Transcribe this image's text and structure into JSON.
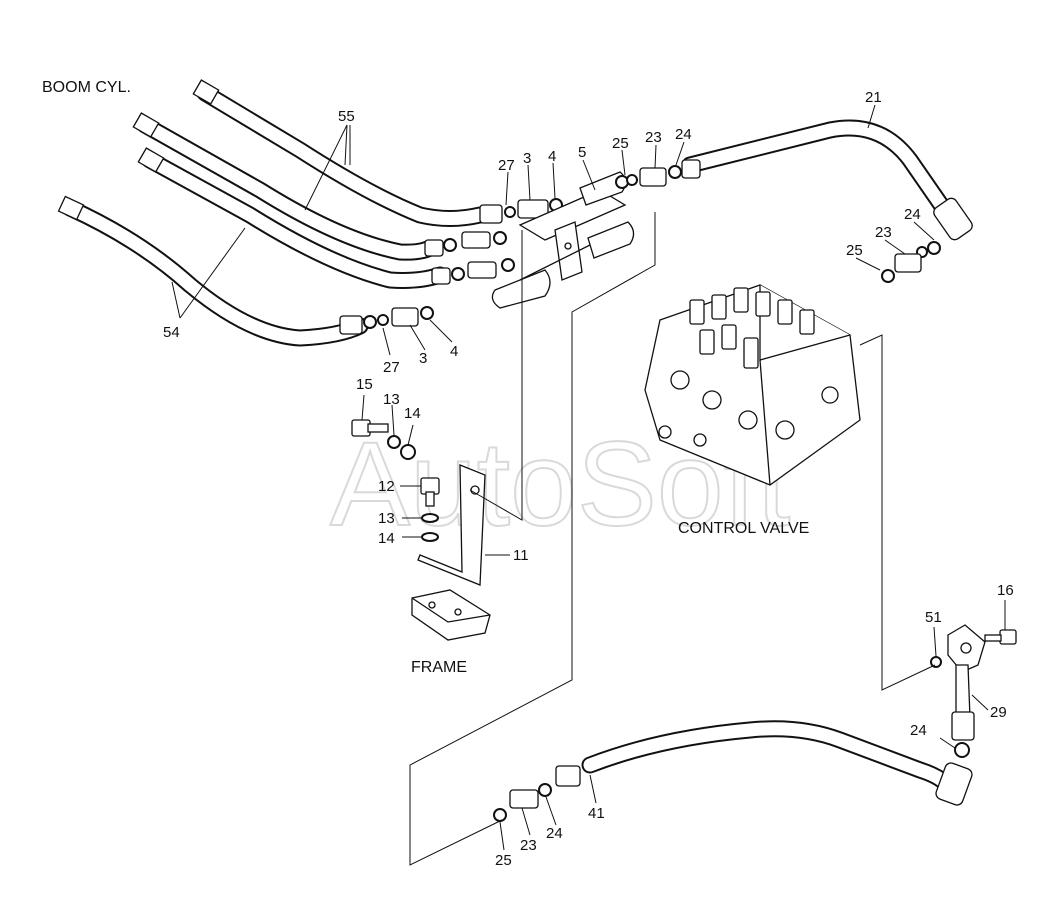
{
  "captions": {
    "boom_cyl": "BOOM CYL.",
    "control_valve": "CONTROL VALVE",
    "frame": "FRAME"
  },
  "watermark": "AutoSoft",
  "callouts": {
    "c55": "55",
    "c54": "54",
    "c21": "21",
    "c27a": "27",
    "c3a": "3",
    "c4a": "4",
    "c5": "5",
    "c25a": "25",
    "c23a": "23",
    "c24a": "24",
    "c24b": "24",
    "c23b": "23",
    "c25b": "25",
    "c27b": "27",
    "c3b": "3",
    "c4b": "4",
    "c15": "15",
    "c13a": "13",
    "c14a": "14",
    "c12": "12",
    "c13b": "13",
    "c14b": "14",
    "c11": "11",
    "c16": "16",
    "c51": "51",
    "c29": "29",
    "c24c": "24",
    "c41": "41",
    "c24d": "24",
    "c23c": "23",
    "c25c": "25"
  }
}
